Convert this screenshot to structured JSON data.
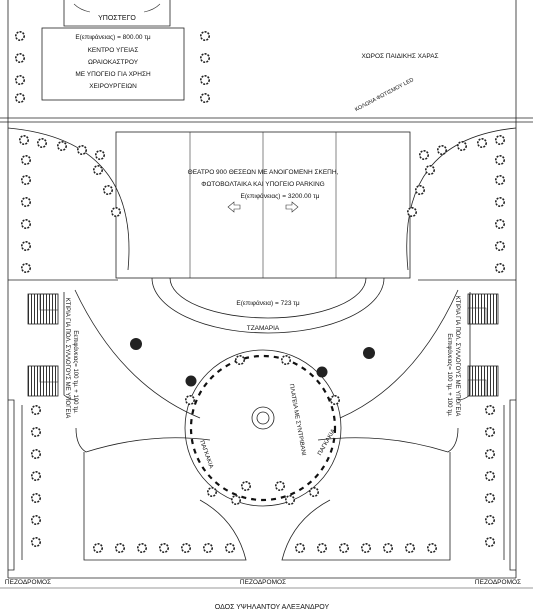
{
  "labels": {
    "basement_top": "ΥΠΟΣΤΕΓΟ",
    "health_area": "Ε(επιφάνειας) = 800.00 τμ",
    "health_line1": "ΚΕΝΤΡΟ ΥΓΕΙΑΣ",
    "health_line2": "ΩΡΑΙΟΚΑΣΤΡΟΥ",
    "health_line3": "ΜΕ ΥΠΟΓΕΙΟ ΓΙΑ ΧΡΗΣΗ",
    "health_line4": "ΧΕΙΡΟΥΡΓΕΙΩΝ",
    "playground": "ΧΩΡΟΣ ΠΑΙΔΙΚΗΣ ΧΑΡΑΣ",
    "led_column": "ΚΟΛΩΝΑ ΦΩΤΙΣΜΟΥ LED",
    "theatre_line1": "ΘΕΑΤΡΟ 900 ΘΕΣΕΩΝ ΜΕ ΑΝΟΙΓΟΜΕΝΗ ΣΚΕΠΗ,",
    "theatre_line2": "ΦΩΤΟΒΟΛΤΑΙΚΑ ΚΑΙ ΥΠΟΓΕΙΟ PARKING",
    "theatre_area": "Ε(επιφάνειας) = 3200.00 τμ",
    "arc_area": "Ε(επιφάνεια) = 723 τμ",
    "glass": "ΤΖΑΜΑΡΙΑ",
    "left_building": "ΚΤΙΡΙΑ ΓΙΑ ΠΟΛ. ΣΥΛΛΟΓΟΥΣ ΜΕ ΥΠΟΓΕΙΑ",
    "left_area": "Εεπιφάνειας= 100 τμ. + 100 τμ.",
    "right_building": "ΚΤΙΡΙΑ ΓΙΑ ΠΟΛ. ΣΥΛΛΟΓΟΥΣ ΜΕ ΥΠΟΓΕΙΑ",
    "right_area": "Εεπιφάνειας= 100 τμ. + 100 τμ.",
    "plaza": "ΠΛΑΤΕΙΑ ΜΕ ΣΥΝΤΡΙΒΑΝΙ",
    "bench_left": "ΠΑΓΚΑΚΙΑ",
    "bench_right": "ΠΑΓΚΑΚΙΑ",
    "ped_left": "ΠΕΖΟΔΡΟΜΟΣ",
    "ped_center": "ΠΕΖΟΔΡΟΜΟΣ",
    "ped_right": "ΠΕΖΟΔΡΟΜΟΣ",
    "street": "ΟΔΟΣ ΥΨΗΛΑΝΤΟΥ ΑΛΕΞΑΝΔΡΟΥ"
  },
  "icons": {
    "tree": "tree-symbol-icon",
    "arrow_left": "arrow-left-icon",
    "arrow_right": "arrow-right-icon",
    "hatched_building": "hatched-building-icon",
    "fountain": "fountain-icon"
  }
}
